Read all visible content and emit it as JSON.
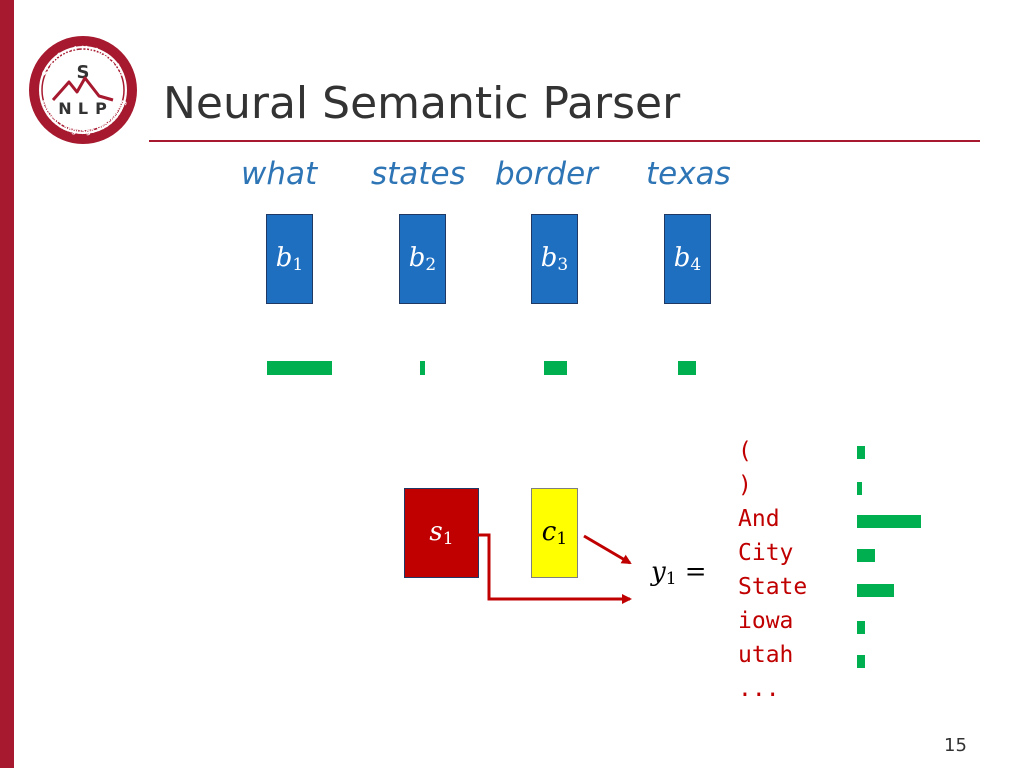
{
  "logo": {
    "ring_text_top": "Stanford University",
    "ring_text_bottom": "Natural Language Processing",
    "letters": [
      "S",
      "N",
      "L",
      "P"
    ]
  },
  "title": "Neural Semantic Parser",
  "input_words": [
    "what",
    "states",
    "border",
    "texas"
  ],
  "encoder_labels": [
    {
      "base": "b",
      "sub": "1"
    },
    {
      "base": "b",
      "sub": "2"
    },
    {
      "base": "b",
      "sub": "3"
    },
    {
      "base": "b",
      "sub": "4"
    }
  ],
  "attention_weights": [
    0.62,
    0.05,
    0.22,
    0.17
  ],
  "decoder_state": {
    "base": "s",
    "sub": "1"
  },
  "context_vector": {
    "base": "c",
    "sub": "1"
  },
  "output_label": {
    "base": "y",
    "sub": "1",
    "suffix": "="
  },
  "vocabulary": [
    "(",
    ")",
    "And",
    "City",
    "State",
    "iowa",
    "utah",
    "..."
  ],
  "output_probabilities": [
    0.12,
    0.06,
    1.0,
    0.28,
    0.58,
    0.12,
    0.12
  ],
  "page_number": "15",
  "colors": {
    "brand_red": "#a6192e",
    "encoder_blue": "#1f6fc1",
    "word_blue": "#2e75b6",
    "decoder_red": "#c00000",
    "context_yellow": "#ffff00",
    "bar_green": "#00b050"
  }
}
